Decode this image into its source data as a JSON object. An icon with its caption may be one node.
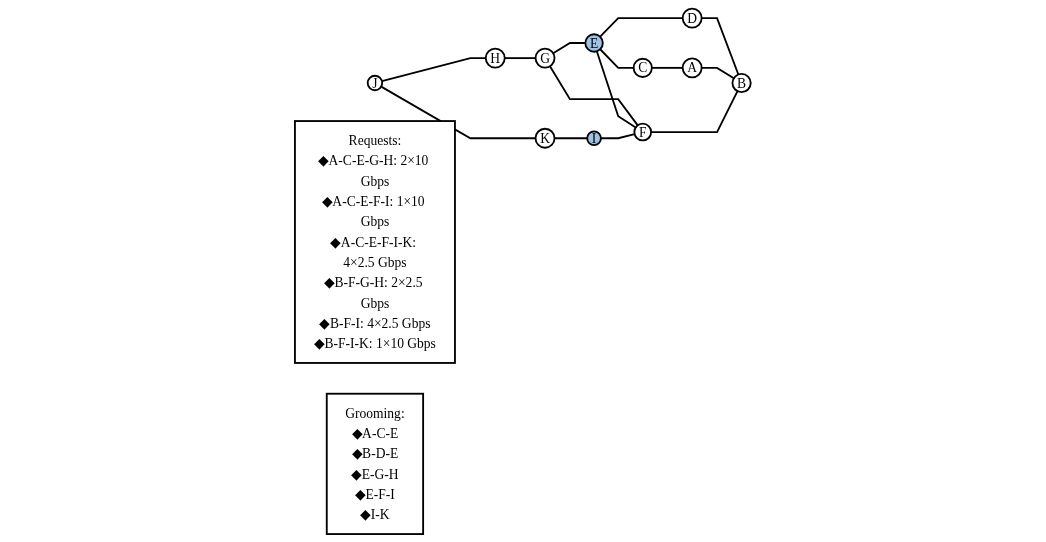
{
  "diagram": {
    "nodes": [
      {
        "text": [
          "J"
        ]
      },
      {
        "text": [
          "H"
        ]
      },
      {
        "text": [
          "G"
        ]
      },
      {
        "text": [
          "E"
        ]
      },
      {
        "text": [
          "C"
        ]
      },
      {
        "text": [
          "A"
        ]
      },
      {
        "text": [
          "D"
        ]
      },
      {
        "text": [
          "K"
        ]
      },
      {
        "text": [
          "I"
        ]
      },
      {
        "text": [
          "F"
        ]
      },
      {
        "text": [
          "B"
        ]
      },
      {
        "text": [
          "Requests:",
          "◆A-C-E-G-H: 2×10 Gbps",
          "◆A-C-E-F-I: 1×10 Gbps",
          "◆A-C-E-F-I-K: 4×2.5 Gbps",
          "◆B-F-G-H: 2×2.5 Gbps",
          "◆B-F-I: 4×2.5 Gbps",
          "◆B-F-I-K: 1×10 Gbps"
        ]
      },
      {
        "text": [
          "Grooming:",
          "◆A-C-E",
          "◆B-D-E",
          "◆E-G-H",
          "◆E-F-I",
          "◆I-K"
        ]
      }
    ],
    "edges": [
      {
        "from": 0,
        "to": 1,
        "arrow": "none"
      },
      {
        "from": 1,
        "to": 2,
        "arrow": "none"
      },
      {
        "from": 2,
        "to": 3,
        "arrow": "none"
      },
      {
        "from": 3,
        "to": 4,
        "arrow": "none"
      },
      {
        "from": 4,
        "to": 5,
        "arrow": "none"
      },
      {
        "from": 0,
        "to": 7,
        "arrow": "none"
      },
      {
        "from": 2,
        "to": 9,
        "arrow": "none"
      },
      {
        "from": 3,
        "to": 9,
        "arrow": "none"
      },
      {
        "from": 3,
        "to": 6,
        "arrow": "none"
      },
      {
        "from": 6,
        "to": 10,
        "arrow": "none"
      },
      {
        "from": 5,
        "to": 10,
        "arrow": "none"
      },
      {
        "from": 7,
        "to": 8,
        "arrow": "none"
      },
      {
        "from": 8,
        "to": 9,
        "arrow": "none"
      },
      {
        "from": 9,
        "to": 10,
        "arrow": "none"
      }
    ]
  }
}
